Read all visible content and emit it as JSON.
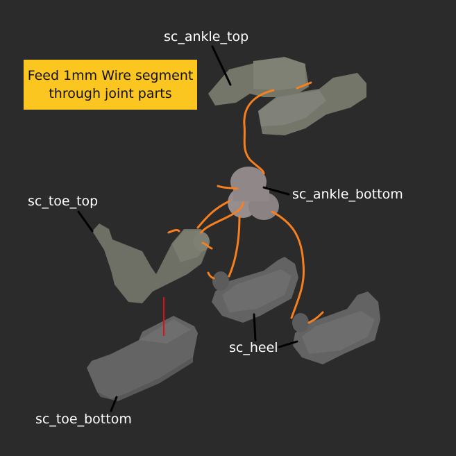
{
  "callout": {
    "line1": "Feed 1mm Wire segment",
    "line2": "through joint parts",
    "background": "#fcc621"
  },
  "labels": {
    "ankle_top": "sc_ankle_top",
    "ankle_bottom": "sc_ankle_bottom",
    "toe_top": "sc_toe_top",
    "heel": "sc_heel",
    "toe_bottom": "sc_toe_bottom"
  },
  "colors": {
    "background": "#2b2b2b",
    "wire": "#f6801f",
    "alignment_line": "#e01010",
    "leader_line": "#000000",
    "part_green": "#74766a",
    "part_pink": "#8f8788",
    "part_grey": "#6a6a6a"
  }
}
